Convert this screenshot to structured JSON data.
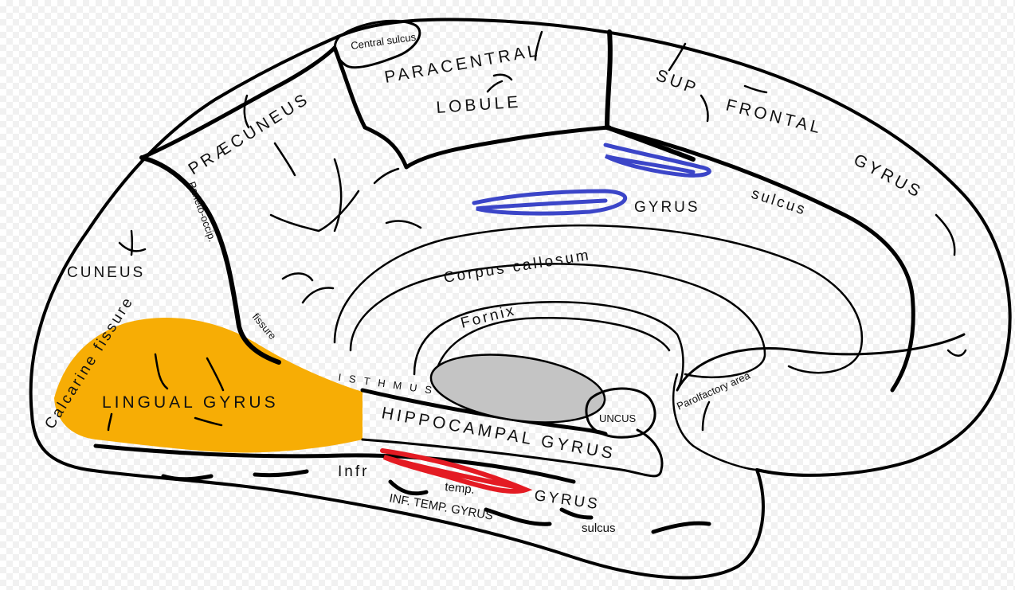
{
  "labels": {
    "central_sulcus": "Central sulcus",
    "paracentral": "PARACENTRAL",
    "lobule": "LOBULE",
    "sup": "SUP",
    "frontal": "FRONTAL",
    "gyrus_frontal": "GYRUS",
    "praecuneus": "PRÆCUNEUS",
    "parieto_occip": "Parieto-occip.",
    "fissure_po": "fissure",
    "gyrus_cingulate": "GYRUS",
    "sulcus": "sulcus",
    "corpus_callosum": "Corpus callosum",
    "fornix": "Fornix",
    "cuneus": "CUNEUS",
    "calcarine_fissure": "Calcarine fissure",
    "lingual_gyrus": "LINGUAL GYRUS",
    "isthmus": "ISTHMUS",
    "hippocampal_gyrus": "HIPPOCAMPAL GYRUS",
    "uncus": "UNCUS",
    "parolfactory_area": "Parolfactory area",
    "infr": "Infr",
    "temp": "temp.",
    "gyrus_inf": "GYRUS",
    "inf_temp_gyrus": "INF. TEMP. GYRUS",
    "sulcus_inf": "sulcus"
  },
  "highlights": {
    "lingual_gyrus": "#f7ad05",
    "cingulate_marks": "#3b45c8",
    "inferior_temporal_mark": "#e41b23",
    "thalamus_region": "#c4c4c4"
  }
}
